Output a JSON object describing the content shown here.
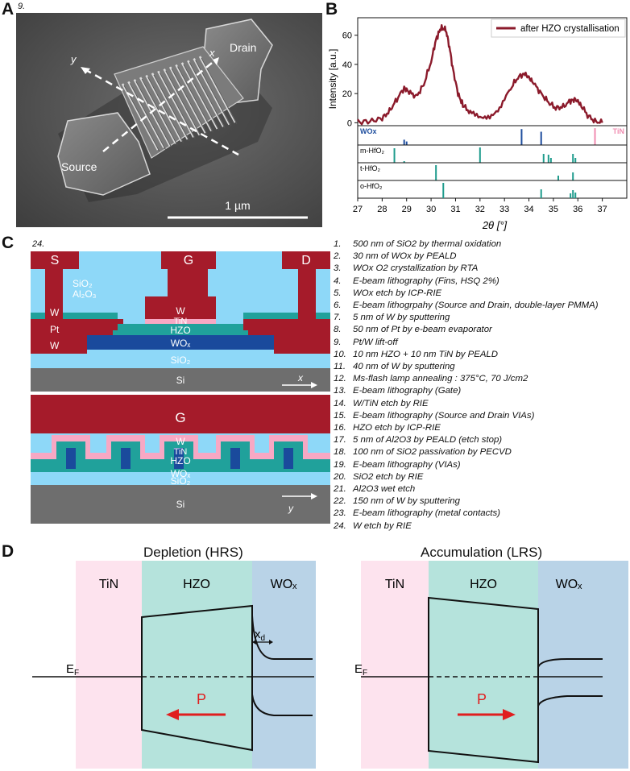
{
  "panels": {
    "a": "A",
    "b": "B",
    "c": "C",
    "d": "D"
  },
  "panel_a": {
    "figure_number": "9.",
    "drain": "Drain",
    "source": "Source",
    "axis_x": "x",
    "axis_y": "y",
    "scale_bar": "1 µm"
  },
  "chart_data": {
    "type": "line",
    "xlabel": "2θ [°]",
    "ylabel": "Intensity [a.u.]",
    "xlim": [
      27,
      38
    ],
    "ylim": [
      -2,
      72
    ],
    "xticks": [
      27,
      28,
      29,
      30,
      31,
      32,
      33,
      34,
      35,
      36,
      37
    ],
    "yticks": [
      0,
      20,
      40,
      60
    ],
    "legend": "top-right",
    "series": [
      {
        "name": "after HZO crystallisation",
        "color": "#8b1a2b",
        "x": [
          27.0,
          27.5,
          28.0,
          28.3,
          28.6,
          28.9,
          29.1,
          29.4,
          29.7,
          30.0,
          30.2,
          30.4,
          30.6,
          30.75,
          30.9,
          31.1,
          31.3,
          31.6,
          32.0,
          32.4,
          32.8,
          33.2,
          33.5,
          33.8,
          34.0,
          34.2,
          34.5,
          34.8,
          35.1,
          35.4,
          35.7,
          35.9,
          36.1,
          36.4,
          36.7,
          37.0
        ],
        "y": [
          0.5,
          1,
          3,
          8,
          16,
          24,
          21,
          18,
          26,
          42,
          57,
          65,
          64,
          52,
          36,
          20,
          12,
          7,
          4,
          5,
          10,
          22,
          30,
          34,
          31,
          27,
          20,
          14,
          10,
          11,
          15,
          16,
          13,
          5,
          1,
          0
        ]
      }
    ],
    "references": [
      {
        "name": "WOx",
        "label_left": "WOx",
        "label_right": "TiN",
        "peaks": [
          {
            "x": 28.9,
            "h": 0.3,
            "color": "#1f4e9e"
          },
          {
            "x": 29.0,
            "h": 0.2,
            "color": "#1f4e9e"
          },
          {
            "x": 33.7,
            "h": 0.9,
            "color": "#1f4e9e"
          },
          {
            "x": 34.5,
            "h": 0.75,
            "color": "#1f4e9e"
          },
          {
            "x": 36.7,
            "h": 0.95,
            "color": "#f08cb0"
          }
        ]
      },
      {
        "name": "m-HfO2",
        "label": "m-HfO₂",
        "peaks": [
          {
            "x": 28.5,
            "h": 0.9
          },
          {
            "x": 28.9,
            "h": 0.1
          },
          {
            "x": 32.0,
            "h": 0.95
          },
          {
            "x": 34.6,
            "h": 0.55
          },
          {
            "x": 34.8,
            "h": 0.5
          },
          {
            "x": 34.9,
            "h": 0.3
          },
          {
            "x": 35.8,
            "h": 0.55
          },
          {
            "x": 35.9,
            "h": 0.3
          }
        ]
      },
      {
        "name": "t-HfO2",
        "label": "t-HfO₂",
        "peaks": [
          {
            "x": 30.2,
            "h": 0.95
          },
          {
            "x": 35.2,
            "h": 0.3
          },
          {
            "x": 35.8,
            "h": 0.5
          }
        ]
      },
      {
        "name": "o-HfO2",
        "label": "o-HfO₂",
        "peaks": [
          {
            "x": 30.5,
            "h": 0.95
          },
          {
            "x": 34.5,
            "h": 0.55
          },
          {
            "x": 35.8,
            "h": 0.5
          },
          {
            "x": 35.9,
            "h": 0.35
          },
          {
            "x": 35.7,
            "h": 0.3
          }
        ]
      }
    ]
  },
  "panel_c": {
    "figure_number": "24.",
    "top": {
      "S": "S",
      "G": "G",
      "D": "D",
      "sio2_side": "SiO₂",
      "al2o3_side": "Al₂O₃",
      "w_left": "W",
      "pt": "Pt",
      "w_low": "W",
      "w_gate": "W",
      "tin": "TiN",
      "hzo": "HZO",
      "wox": "WOₓ",
      "sio2": "SiO₂",
      "si": "Si",
      "axis": "x"
    },
    "bottom": {
      "G": "G",
      "w": "W",
      "tin": "TiN",
      "hzo": "HZO",
      "wox": "WOₓ",
      "sio2": "SiO₂",
      "si": "Si",
      "axis": "y"
    },
    "steps": [
      {
        "n": "1.",
        "t": "500 nm of SiO2 by thermal oxidation"
      },
      {
        "n": "2.",
        "t": "30 nm of WOx by PEALD"
      },
      {
        "n": "3.",
        "t": "WOx O2 crystallization by RTA"
      },
      {
        "n": "4.",
        "t": "E-beam lithography (Fins, HSQ 2%)"
      },
      {
        "n": "5.",
        "t": "WOx etch by ICP-RIE"
      },
      {
        "n": "6.",
        "t": "E-beam lithogrpahy (Source and Drain, double-layer PMMA)"
      },
      {
        "n": "7.",
        "t": "5 nm of W by sputtering"
      },
      {
        "n": "8.",
        "t": "50 nm of Pt by e-beam evaporator"
      },
      {
        "n": "9.",
        "t": "Pt/W lift-off"
      },
      {
        "n": "10.",
        "t": "10 nm HZO + 10 nm TiN by PEALD"
      },
      {
        "n": "11.",
        "t": "40 nm of W by sputtering"
      },
      {
        "n": "12.",
        "t": "Ms-flash lamp annealing : 375°C, 70 J/cm2"
      },
      {
        "n": "13.",
        "t": "E-beam lithography (Gate)"
      },
      {
        "n": "14.",
        "t": "W/TiN etch by RIE"
      },
      {
        "n": "15.",
        "t": "E-beam lithography (Source and Drain VIAs)"
      },
      {
        "n": "16.",
        "t": "HZO etch by ICP-RIE"
      },
      {
        "n": "17.",
        "t": "5 nm of Al2O3 by PEALD (etch stop)"
      },
      {
        "n": "18.",
        "t": "100 nm of SiO2 passivation by PECVD"
      },
      {
        "n": "19.",
        "t": "E-beam lithography (VIAs)"
      },
      {
        "n": "20.",
        "t": "SiO2 etch by RIE"
      },
      {
        "n": "21.",
        "t": "Al2O3 wet etch"
      },
      {
        "n": "22.",
        "t": "150 nm of W by sputtering"
      },
      {
        "n": "23.",
        "t": "E-beam lithography (metal contacts)"
      },
      {
        "n": "24.",
        "t": "W etch by RIE"
      }
    ]
  },
  "panel_d": {
    "left": {
      "title": "Depletion (HRS)",
      "tin": "TiN",
      "hzo": "HZO",
      "wox": "WOₓ",
      "ef": "E",
      "ef_sub": "F",
      "xd": "x",
      "xd_sub": "d",
      "p": "P"
    },
    "right": {
      "title": "Accumulation (LRS)",
      "tin": "TiN",
      "hzo": "HZO",
      "wox": "WOₓ",
      "ef": "E",
      "ef_sub": "F",
      "p": "P"
    }
  },
  "colors": {
    "metal": "#a51b2a",
    "sio2": "#8ed8f8",
    "al2o3": "#20a19b",
    "tin": "#f7a8c4",
    "wox": "#1a4a9c",
    "si": "#6e6e6e",
    "d_tin": "#fde3ee",
    "d_hzo": "#b5e3dc",
    "d_wox": "#b9d3e7",
    "arrow": "#e01e1e"
  }
}
